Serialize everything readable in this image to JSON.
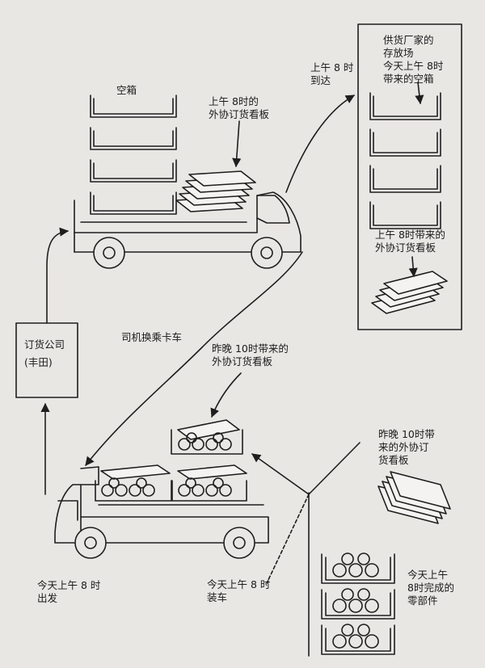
{
  "labels": {
    "empty_boxes": "空箱",
    "kanban_8am_truck": "上午 8时的\n外协订货看板",
    "arrive_8am": "上午 8 时\n到达",
    "supplier_storage": "供货厂家的\n存放场\n今天上午 8时\n带来的空箱",
    "kanban_8am_supplier": "上午 8时带来的\n外协订货看板",
    "order_company": "订货公司\n(丰田)",
    "driver_swap": "司机换乘卡车",
    "kanban_last_night_10pm": "昨晚 10时带来的\n外协订货看板",
    "kanban_last_night_10pm_right": "昨晚 10时带\n来的外协订\n货看板",
    "depart_8am": "今天上午 8 时\n出发",
    "loading_8am": "今天上午 8 时\n装车",
    "parts_done_8am": "今天上午\n8时完成的\n零部件"
  },
  "colors": {
    "ink": "#1e1e1e",
    "paper": "#e9e7e4",
    "box_fill": "#f4f3f1"
  }
}
